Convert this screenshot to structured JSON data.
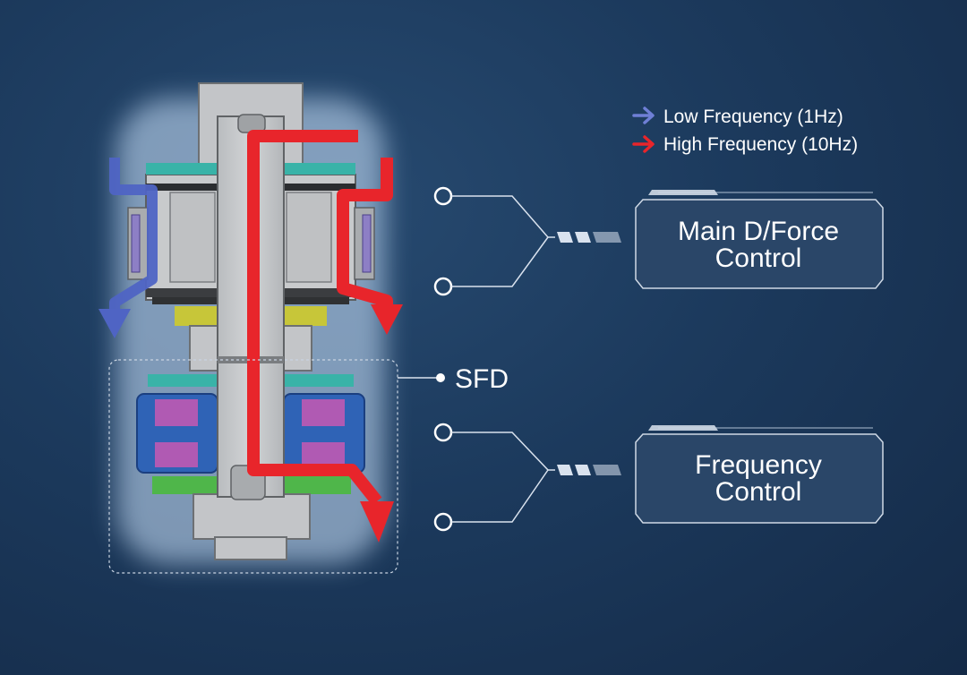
{
  "legend": {
    "low": {
      "label": "Low Frequency (1Hz)",
      "color": "#6f7fd6"
    },
    "high": {
      "label": "High Frequency (10Hz)",
      "color": "#e8252b"
    }
  },
  "sfd_label": "SFD",
  "main_box": {
    "line1": "Main D/Force",
    "line2": "Control"
  },
  "freq_box": {
    "line1": "Frequency",
    "line2": "Control"
  }
}
